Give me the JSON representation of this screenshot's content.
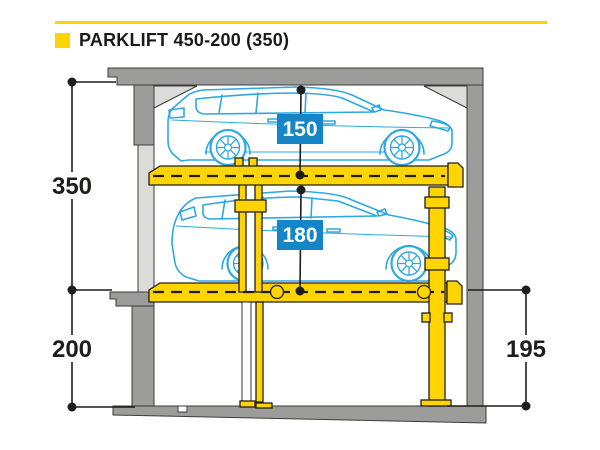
{
  "title": {
    "text": "PARKLIFT 450-200 (350)",
    "bullet_icon": "yellow-square-icon"
  },
  "diagram": {
    "dims": {
      "overall_height": "350",
      "pit_depth": "200",
      "pit_clearance_right": "195",
      "upper_car_clearance": "150",
      "lower_car_clearance": "180"
    },
    "colors": {
      "accent_yellow": "#FFD400",
      "label_blue": "#1585C8",
      "car_blue": "#2FA8E1",
      "wall_gray": "#9C9C9B",
      "light_gray": "#DBDBDA",
      "line_black": "#1D1D1B"
    }
  }
}
